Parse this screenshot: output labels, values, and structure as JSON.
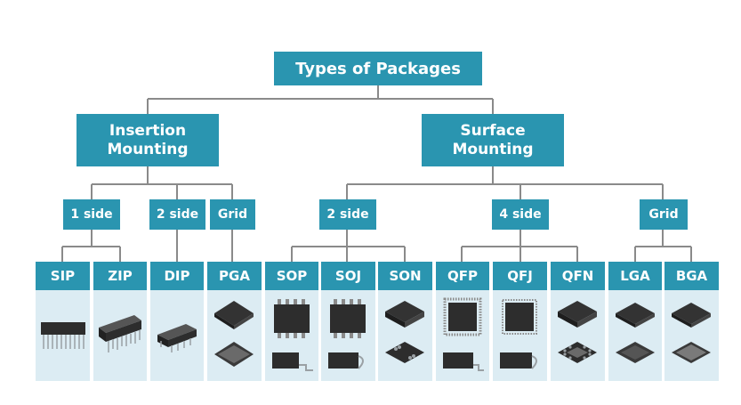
{
  "title": "Types of Packages",
  "categories": {
    "insertion": {
      "line1": "Insertion",
      "line2": "Mounting"
    },
    "surface": {
      "line1": "Surface",
      "line2": "Mounting"
    }
  },
  "subgroups": {
    "ins_1side": "1 side",
    "ins_2side": "2 side",
    "ins_grid": "Grid",
    "srf_2side": "2 side",
    "srf_4side": "4 side",
    "srf_grid": "Grid"
  },
  "packages": [
    "SIP",
    "ZIP",
    "DIP",
    "PGA",
    "SOP",
    "SOJ",
    "SON",
    "QFP",
    "QFJ",
    "QFN",
    "LGA",
    "BGA"
  ],
  "colors": {
    "box": "#2a95b0",
    "panel": "#dcecf3",
    "line": "#8a8a8a"
  }
}
